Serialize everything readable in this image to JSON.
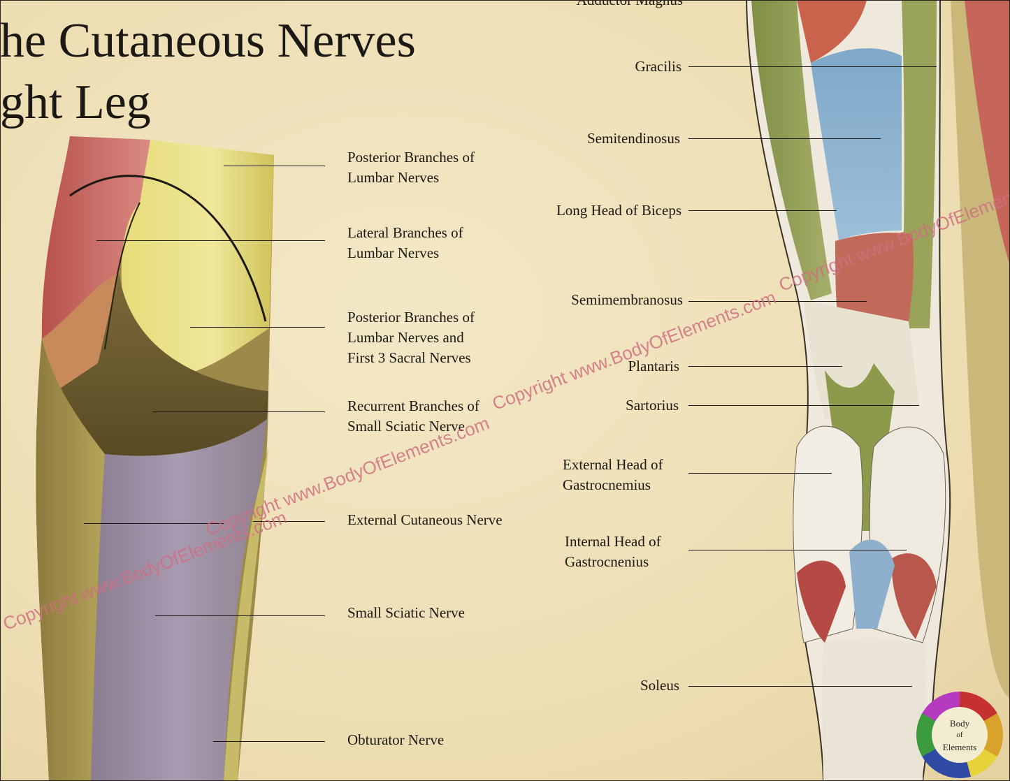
{
  "title": {
    "line1": "he Cutaneous Nerves",
    "line2": "ght Leg"
  },
  "nerve_labels": [
    {
      "lines": [
        "Posterior Branches of",
        "Lumbar Nerves"
      ]
    },
    {
      "lines": [
        "Lateral Branches of",
        "Lumbar Nerves"
      ]
    },
    {
      "lines": [
        "Posterior Branches of",
        "Lumbar Nerves and",
        "First 3 Sacral Nerves"
      ]
    },
    {
      "lines": [
        "Recurrent Branches of",
        "Small Sciatic Nerve"
      ]
    },
    {
      "lines": [
        "External Cutaneous Nerve"
      ]
    },
    {
      "lines": [
        "Small Sciatic Nerve"
      ]
    },
    {
      "lines": [
        "Obturator Nerve"
      ]
    }
  ],
  "muscle_labels": [
    {
      "lines": [
        "Adductor Magnus"
      ]
    },
    {
      "lines": [
        "Gracilis"
      ]
    },
    {
      "lines": [
        "Semitendinosus"
      ]
    },
    {
      "lines": [
        "Long Head of Biceps"
      ]
    },
    {
      "lines": [
        "Semimembranosus"
      ]
    },
    {
      "lines": [
        "Plantaris"
      ]
    },
    {
      "lines": [
        "Sartorius"
      ]
    },
    {
      "lines": [
        "External Head of",
        "Gastrocnemius"
      ]
    },
    {
      "lines": [
        "Internal Head of",
        "Gastrocnenius"
      ]
    },
    {
      "lines": [
        "Soleus"
      ]
    }
  ],
  "watermark": "Copyright www.BodyOfElements.com",
  "logo": {
    "line1": "Body",
    "line2": "of",
    "line3": "Elements"
  }
}
